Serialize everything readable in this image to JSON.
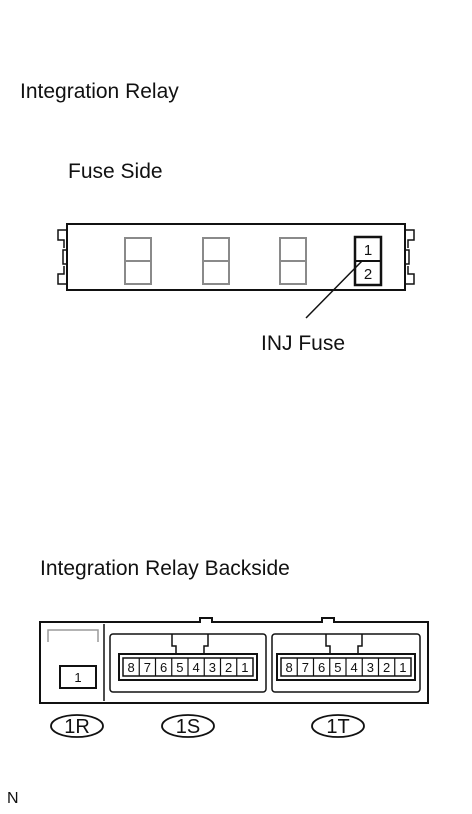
{
  "labels": {
    "title": "Integration Relay",
    "fuse_side": "Fuse Side",
    "inj_fuse": "INJ Fuse",
    "backside": "Integration Relay Backside",
    "corner": "N"
  },
  "fuse_block": {
    "terminal_top": "1",
    "terminal_bottom": "2"
  },
  "connectors": {
    "1R": {
      "tag": "1R",
      "pins": [
        "1"
      ]
    },
    "1S": {
      "tag": "1S",
      "pins": [
        "8",
        "7",
        "6",
        "5",
        "4",
        "3",
        "2",
        "1"
      ]
    },
    "1T": {
      "tag": "1T",
      "pins": [
        "8",
        "7",
        "6",
        "5",
        "4",
        "3",
        "2",
        "1"
      ]
    }
  }
}
